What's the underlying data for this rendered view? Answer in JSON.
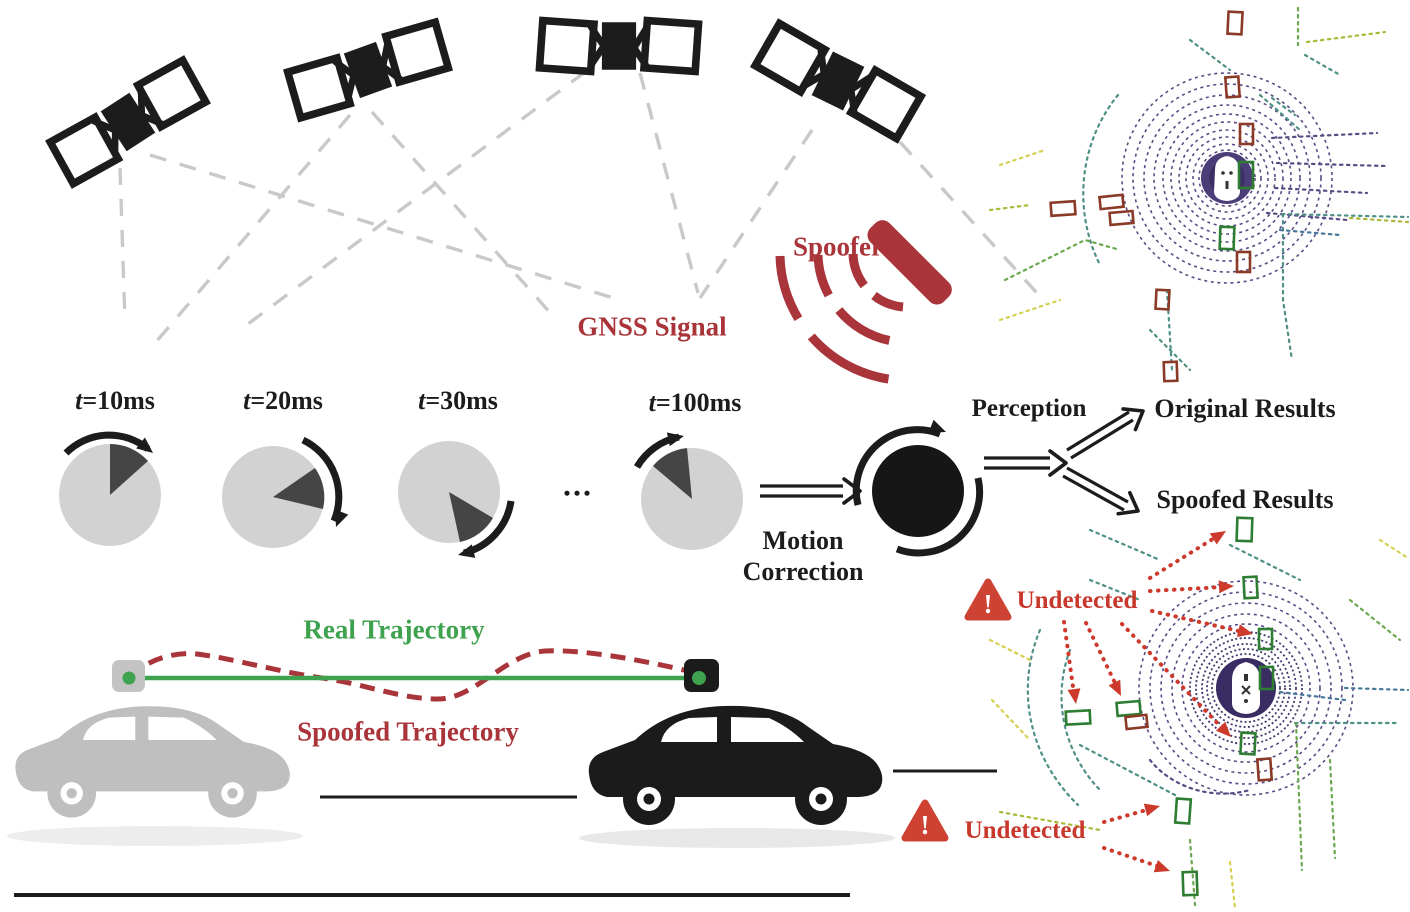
{
  "labels": {
    "gnss_signal": "GNSS Signal",
    "spoofer": "Spoofer",
    "perception": "Perception",
    "original_results": "Original Results",
    "spoofed_results": "Spoofed Results",
    "motion_line1": "Motion",
    "motion_line2": "Correction",
    "real_trajectory": "Real Trajectory",
    "spoofed_trajectory": "Spoofed Trajectory",
    "ellipsis": "...",
    "warning_mark": "!"
  },
  "timeline": [
    {
      "t": "t",
      "rest": "=10ms"
    },
    {
      "t": "t",
      "rest": "=20ms"
    },
    {
      "t": "t",
      "rest": "=30ms"
    },
    {
      "t": "t",
      "rest": "=100ms"
    }
  ],
  "warnings": [
    {
      "label": "Undetected"
    },
    {
      "label": "Undetected"
    }
  ],
  "colors": {
    "dark_red": "#a93439",
    "bright_red": "#c8382c",
    "green": "#3fa24e",
    "pie_light": "#d2d2d2",
    "pie_dark": "#454545",
    "dash_gray": "#c9c9c9",
    "ink": "#1c1c1c",
    "lidar_purple": "#5a4b84",
    "box_red": "#8a3a26",
    "box_green": "#2e7d32"
  }
}
